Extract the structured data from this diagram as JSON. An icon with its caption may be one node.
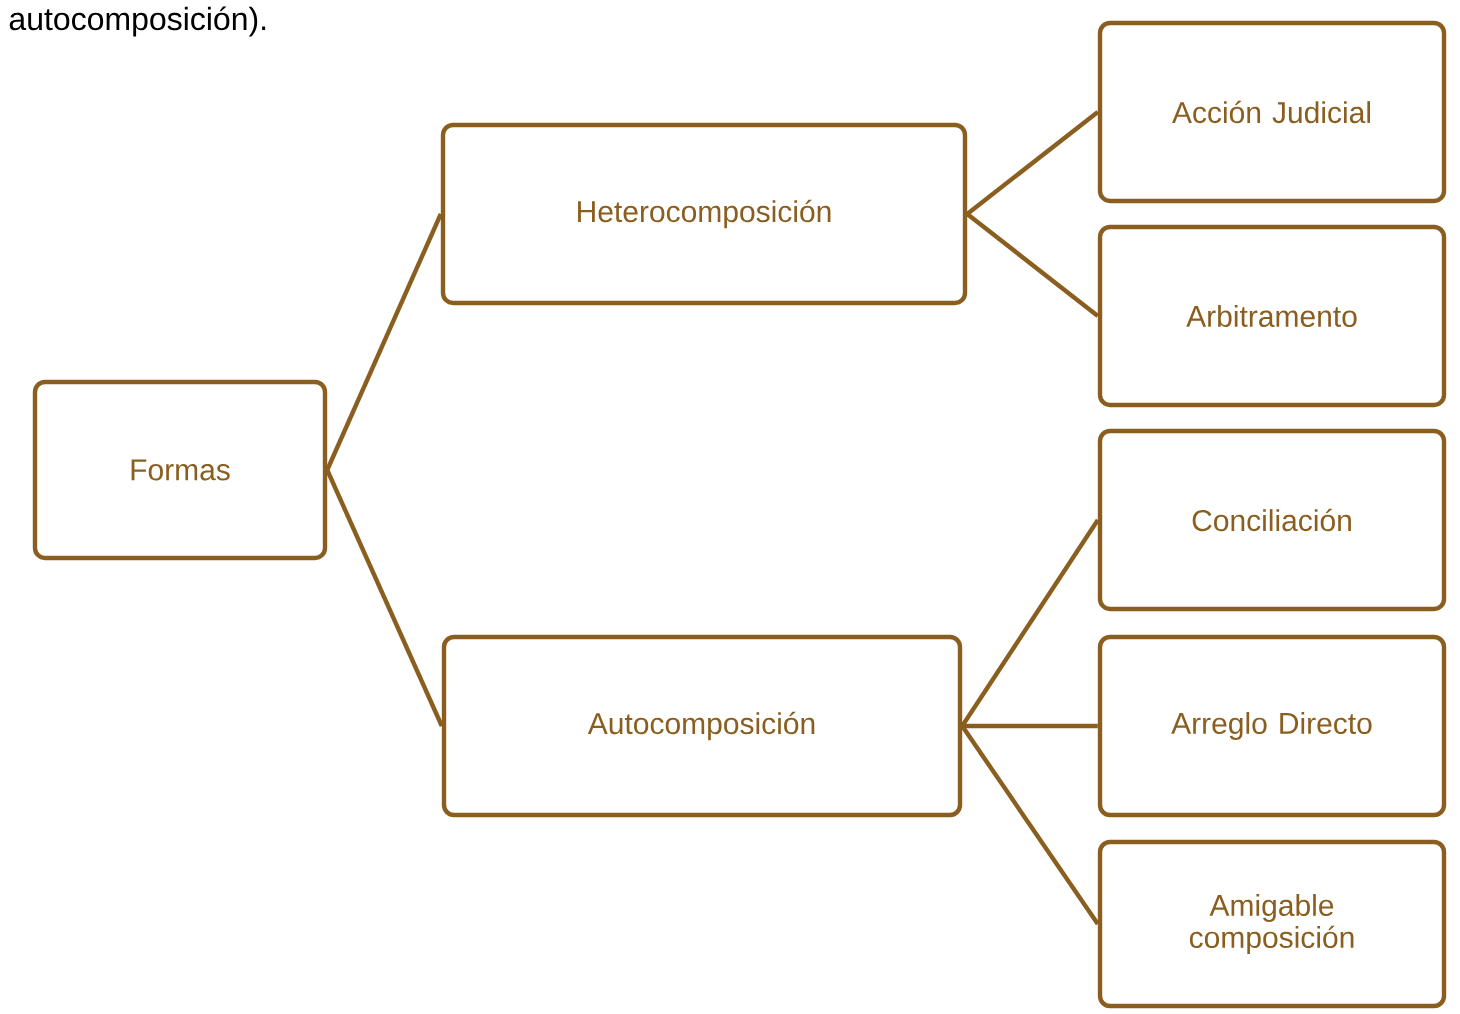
{
  "diagram": {
    "nodes": [
      {
        "text": [
          "Formas"
        ]
      },
      {
        "text": [
          "Heterocomposición"
        ]
      },
      {
        "text": [
          "Autocomposición"
        ]
      },
      {
        "text": [
          "Acción Judicial"
        ]
      },
      {
        "text": [
          "Arbitramento"
        ]
      },
      {
        "text": [
          "Conciliación"
        ]
      },
      {
        "text": [
          "Arreglo Directo"
        ]
      },
      {
        "text": [
          "Amigable composición"
        ]
      }
    ],
    "edges": [
      {
        "from": 0,
        "to": 1,
        "arrow": "none"
      },
      {
        "from": 0,
        "to": 2,
        "arrow": "none"
      },
      {
        "from": 1,
        "to": 3,
        "arrow": "none"
      },
      {
        "from": 1,
        "to": 4,
        "arrow": "none"
      },
      {
        "from": 2,
        "to": 5,
        "arrow": "none"
      },
      {
        "from": 2,
        "to": 6,
        "arrow": "none"
      },
      {
        "from": 2,
        "to": 7,
        "arrow": "none"
      }
    ],
    "labels": [
      "autocomposición)."
    ]
  }
}
